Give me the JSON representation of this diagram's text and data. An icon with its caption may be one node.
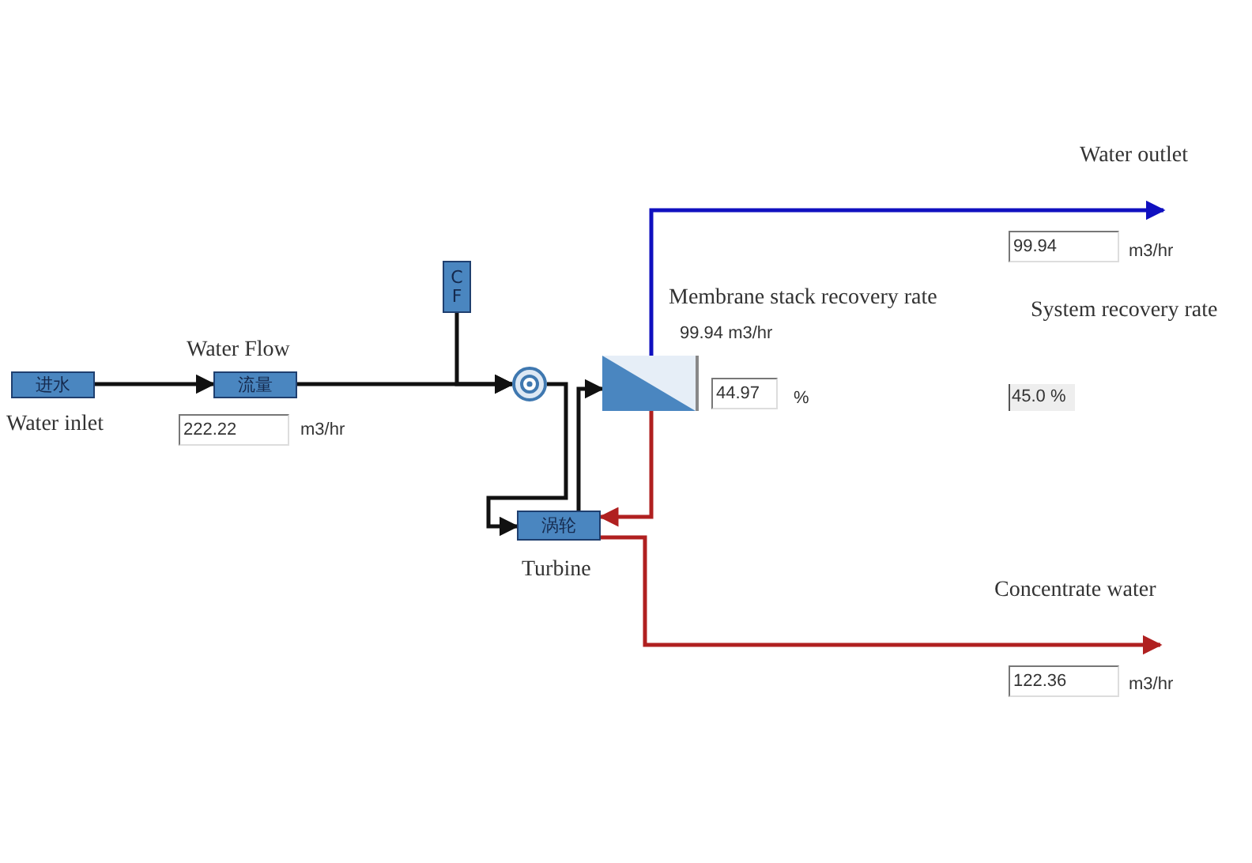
{
  "diagram": {
    "nodes": [
      {
        "text": [
          "进水"
        ],
        "beside": [
          "Water inlet"
        ]
      },
      {
        "text": [
          "流量"
        ],
        "beside": [
          "Water Flow"
        ]
      },
      {
        "text": [
          "C F"
        ]
      },
      {
        "text": [],
        "shape": "circle"
      },
      {
        "text": [],
        "shape": "box"
      },
      {
        "text": [
          "涡轮"
        ],
        "beside": [
          "Turbine"
        ]
      }
    ],
    "edges": [
      {
        "from": 0,
        "to": 1,
        "arrow": "to"
      },
      {
        "from": 1,
        "to": 3,
        "arrow": "to"
      },
      {
        "from": 2,
        "to": 3,
        "arrow": "to"
      },
      {
        "from": 3,
        "to": 5,
        "arrow": "to"
      },
      {
        "from": 5,
        "to": 4,
        "arrow": "to"
      },
      {
        "from": 4,
        "to": null,
        "arrow": "to",
        "color": "#1010c0"
      },
      {
        "from": 4,
        "to": 5,
        "arrow": "to",
        "color": "#b02020"
      },
      {
        "from": 5,
        "to": null,
        "arrow": "to",
        "color": "#b02020"
      }
    ],
    "labels": [
      "222.22",
      "m3/hr",
      "Water outlet",
      "99.94",
      "m3/hr",
      "Membrane stack recovery rate",
      "System recovery rate",
      "99.94 m3/hr",
      "44.97",
      "%",
      "45.0 %",
      "Concentrate water",
      "122.36",
      "m3/hr"
    ]
  }
}
